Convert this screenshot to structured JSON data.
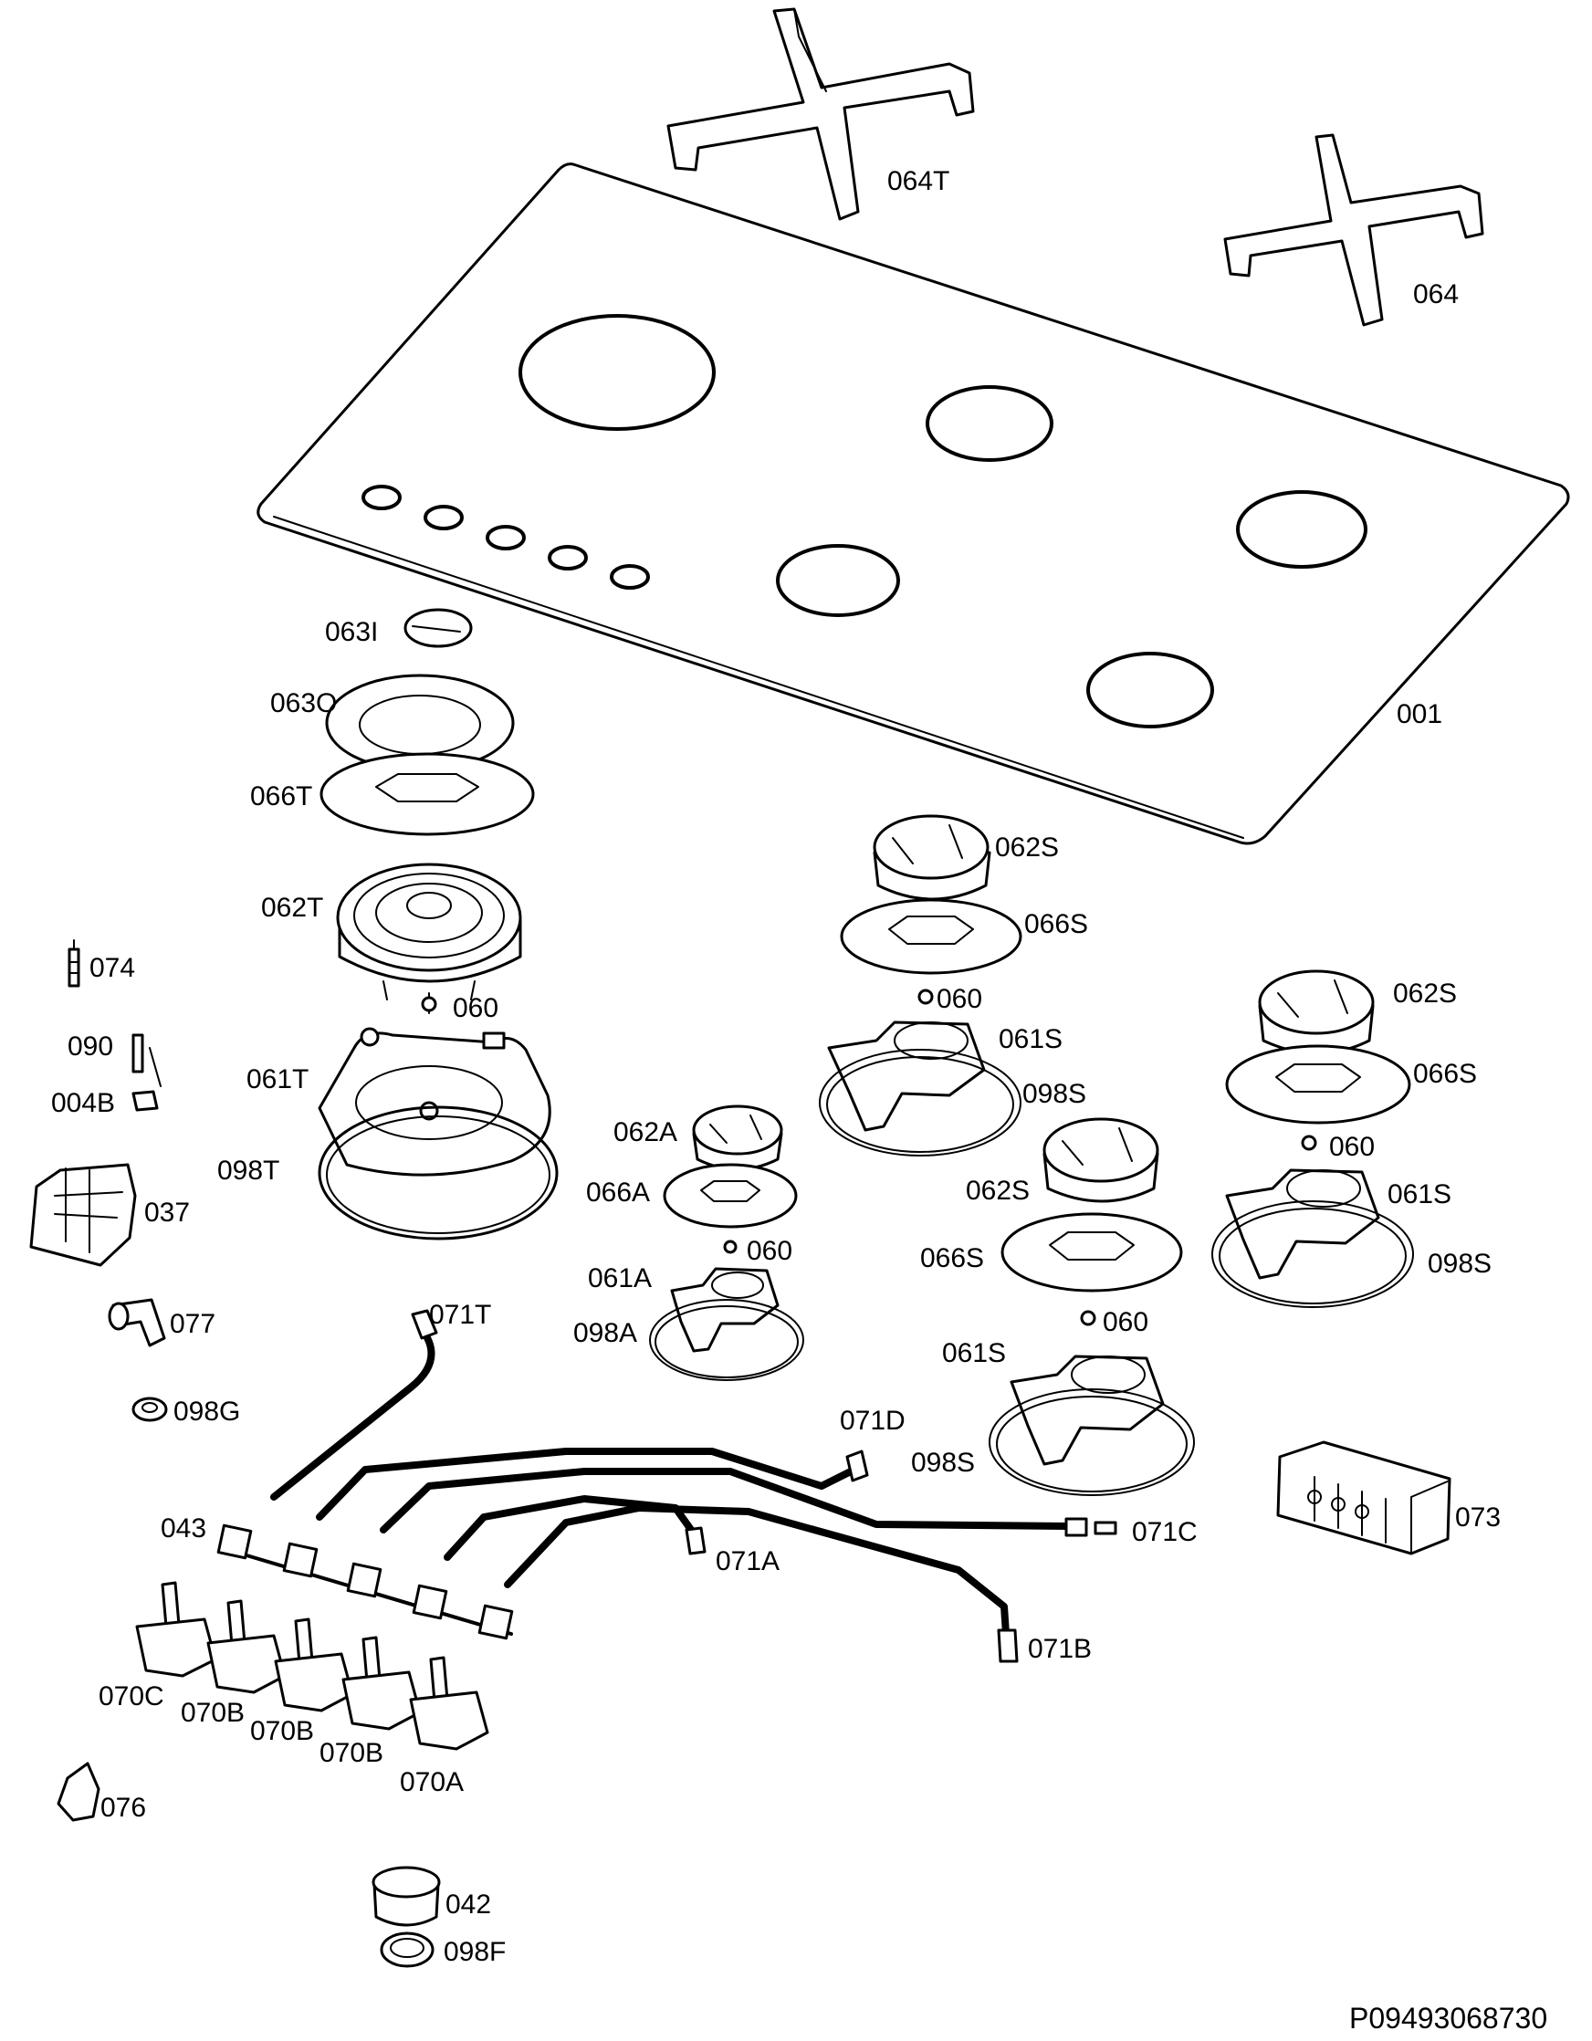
{
  "labels": {
    "l_064T": "064T",
    "l_064": "064",
    "l_001": "001",
    "l_063I": "063I",
    "l_063O": "063O",
    "l_066T": "066T",
    "l_062T": "062T",
    "l_060_t": "060",
    "l_061T": "061T",
    "l_098T": "098T",
    "l_074": "074",
    "l_090": "090",
    "l_004B": "004B",
    "l_037": "037",
    "l_077": "077",
    "l_098G": "098G",
    "l_062S_a": "062S",
    "l_066S_a": "066S",
    "l_060_a": "060",
    "l_061S_a": "061S",
    "l_098S_a": "098S",
    "l_062S_b": "062S",
    "l_066S_b": "066S",
    "l_060_b": "060",
    "l_061S_b": "061S",
    "l_098S_b": "098S",
    "l_062A": "062A",
    "l_066A": "066A",
    "l_060_c": "060",
    "l_061A": "061A",
    "l_098A": "098A",
    "l_062S_c": "062S",
    "l_066S_c": "066S",
    "l_060_d": "060",
    "l_061S_c": "061S",
    "l_098S_c": "098S",
    "l_071T": "071T",
    "l_071D": "071D",
    "l_071C": "071C",
    "l_071A": "071A",
    "l_071B": "071B",
    "l_043": "043",
    "l_073": "073",
    "l_070C": "070C",
    "l_070B_1": "070B",
    "l_070B_2": "070B",
    "l_070B_3": "070B",
    "l_070A": "070A",
    "l_076": "076",
    "l_042": "042",
    "l_098F": "098F"
  },
  "drawing_code": "P09493068730"
}
